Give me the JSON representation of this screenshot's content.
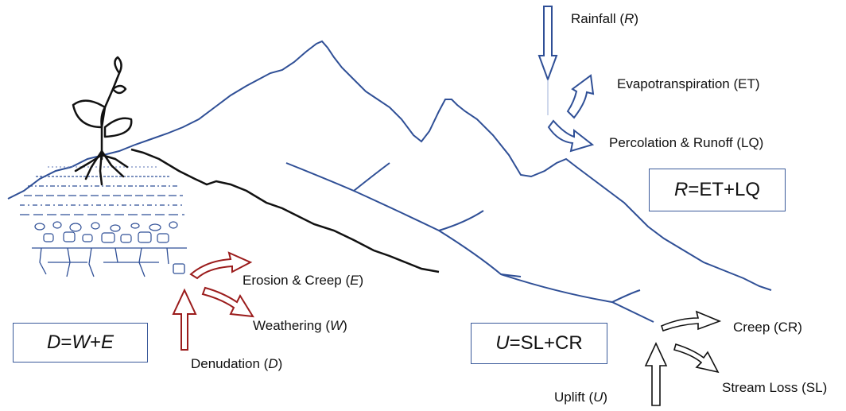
{
  "labels": {
    "rainfall": {
      "text": "Rainfall (",
      "var": "R",
      "tail": ")"
    },
    "evapotranspiration": "Evapotranspiration (ET)",
    "percolation": "Percolation & Runoff (LQ)",
    "erosion": {
      "text": "Erosion & Creep (",
      "var": "E",
      "tail": ")"
    },
    "weathering": {
      "text": "Weathering (",
      "var": "W",
      "tail": ")"
    },
    "denudation": {
      "text": "Denudation (",
      "var": "D",
      "tail": ")"
    },
    "creep": "Creep (CR)",
    "stream_loss": "Stream Loss (SL)",
    "uplift": {
      "text": "Uplift (",
      "var": "U",
      "tail": ")"
    }
  },
  "equations": {
    "rainfall_eq": {
      "lhs": "R",
      "rhs": "=ET+LQ"
    },
    "denudation_eq": {
      "lhs": "D",
      "op1": "=",
      "w": "W",
      "op2": "+",
      "e": "E"
    },
    "uplift_eq": {
      "lhs": "U",
      "rhs": "=SL+CR"
    }
  },
  "colors": {
    "mountain_outline": "#2f4f96",
    "water_arrows": "#2f4f96",
    "denudation_arrows": "#9b1c1c",
    "bedrock_line": "#111111",
    "plant": "#111111"
  }
}
